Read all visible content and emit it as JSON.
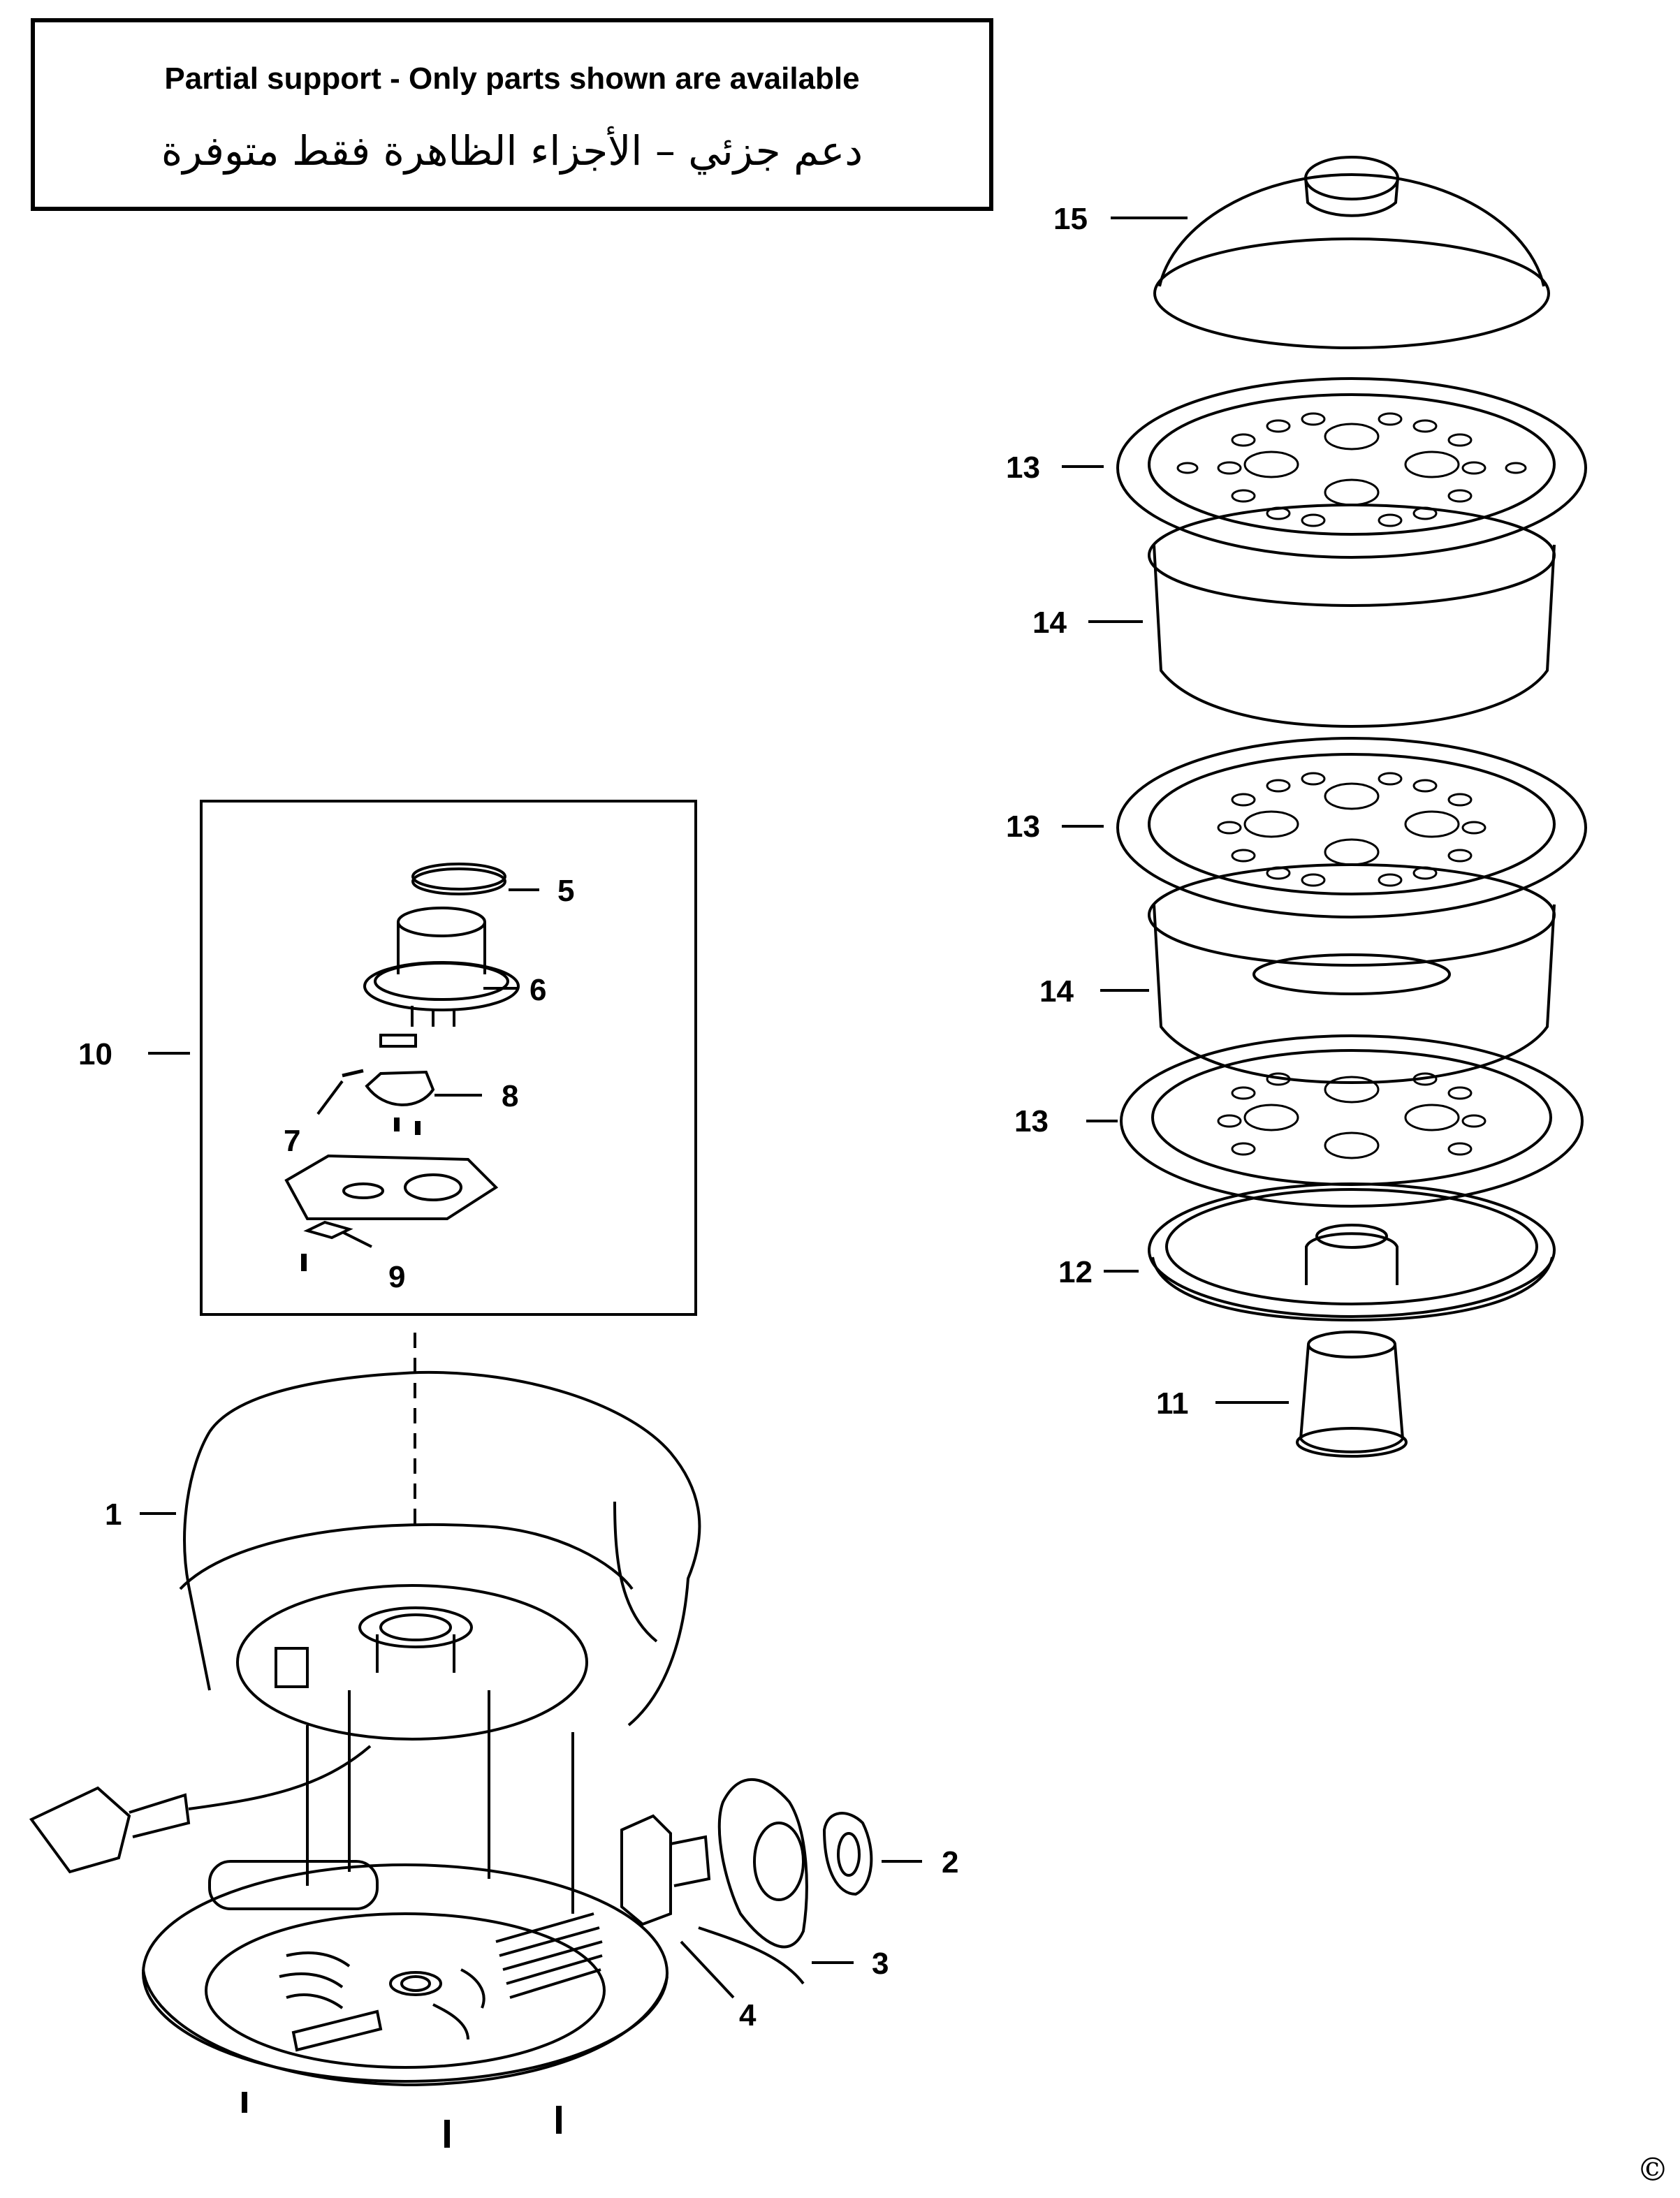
{
  "notice": {
    "english": "Partial support - Only parts shown are available",
    "arabic": "دعم جزئي – الأجزاء الظاهرة فقط متوفرة"
  },
  "callouts": [
    {
      "id": "callout-15",
      "label": "15"
    },
    {
      "id": "callout-13-top",
      "label": "13"
    },
    {
      "id": "callout-14-top",
      "label": "14"
    },
    {
      "id": "callout-13-mid",
      "label": "13"
    },
    {
      "id": "callout-14-mid",
      "label": "14"
    },
    {
      "id": "callout-13-low",
      "label": "13"
    },
    {
      "id": "callout-12",
      "label": "12"
    },
    {
      "id": "callout-11",
      "label": "11"
    },
    {
      "id": "callout-5",
      "label": "5"
    },
    {
      "id": "callout-6",
      "label": "6"
    },
    {
      "id": "callout-10",
      "label": "10"
    },
    {
      "id": "callout-8",
      "label": "8"
    },
    {
      "id": "callout-7",
      "label": "7"
    },
    {
      "id": "callout-9",
      "label": "9"
    },
    {
      "id": "callout-1",
      "label": "1"
    },
    {
      "id": "callout-2",
      "label": "2"
    },
    {
      "id": "callout-3",
      "label": "3"
    },
    {
      "id": "callout-4",
      "label": "4"
    }
  ],
  "copyright": "©"
}
